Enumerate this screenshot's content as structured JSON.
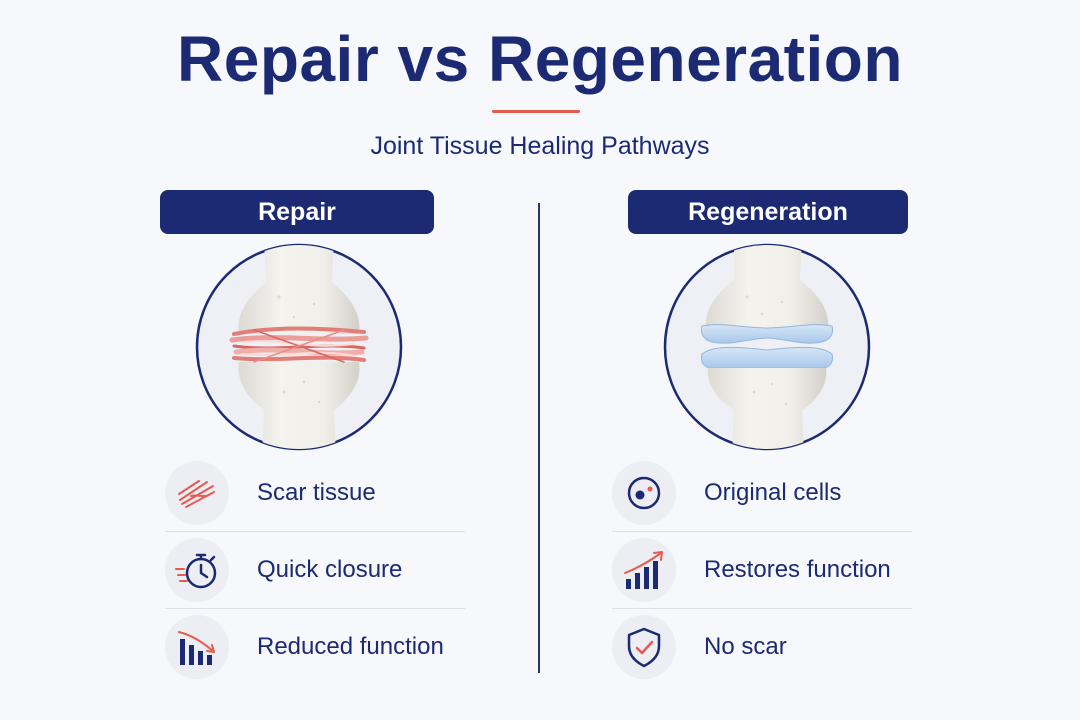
{
  "header": {
    "title": "Repair vs Regeneration",
    "subtitle": "Joint Tissue Healing Pathways"
  },
  "colors": {
    "navy": "#1b2a72",
    "accent_red": "#e85a4f",
    "cartilage_blue": "#bcd6ef",
    "scar_pink": "#e98e8a"
  },
  "repair": {
    "label": "Repair",
    "items": [
      {
        "label": "Scar tissue",
        "icon": "scar-fibers-icon"
      },
      {
        "label": "Quick closure",
        "icon": "stopwatch-icon"
      },
      {
        "label": "Reduced function",
        "icon": "declining-bars-icon"
      }
    ]
  },
  "regeneration": {
    "label": "Regeneration",
    "items": [
      {
        "label": "Original cells",
        "icon": "cell-icon"
      },
      {
        "label": "Restores function",
        "icon": "rising-bars-icon"
      },
      {
        "label": "No scar",
        "icon": "shield-check-icon"
      }
    ]
  }
}
